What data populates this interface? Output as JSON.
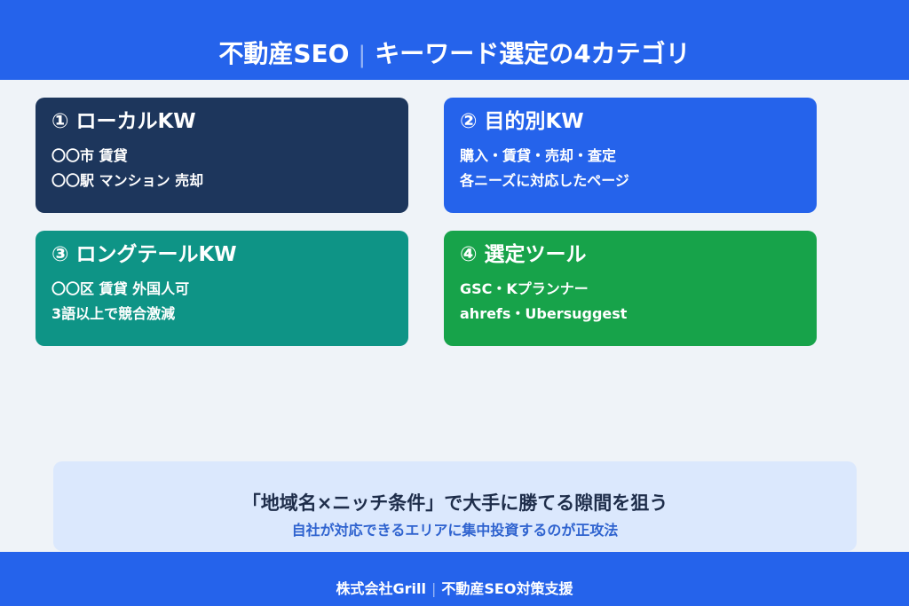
{
  "header": {
    "title_left": "不動産SEO",
    "separator": "|",
    "title_right": "キーワード選定の4カテゴリ",
    "background": "#2563eb"
  },
  "cards": [
    {
      "title": "① ローカルKW",
      "lines": [
        "〇〇市 賃貸",
        "〇〇駅 マンション 売却"
      ],
      "color": "#1d365c"
    },
    {
      "title": "② 目的別KW",
      "lines": [
        "購入・賃貸・売却・査定",
        "各ニーズに対応したページ"
      ],
      "color": "#2563eb"
    },
    {
      "title": "③ ロングテールKW",
      "lines": [
        "〇〇区 賃貸 外国人可",
        "3語以上で競合激減"
      ],
      "color": "#0e9486"
    },
    {
      "title": "④ 選定ツール",
      "lines": [
        "GSC・Kプランナー",
        "ahrefs・Ubersuggest"
      ],
      "color": "#17a34a"
    }
  ],
  "callout": {
    "main": "「地域名×ニッチ条件」で大手に勝てる隙間を狙う",
    "sub": "自社が対応できるエリアに集中投資するのが正攻法",
    "background": "#dbe8fd"
  },
  "footer": {
    "company": "株式会社Grill",
    "separator": "|",
    "service": "不動産SEO対策支援"
  }
}
